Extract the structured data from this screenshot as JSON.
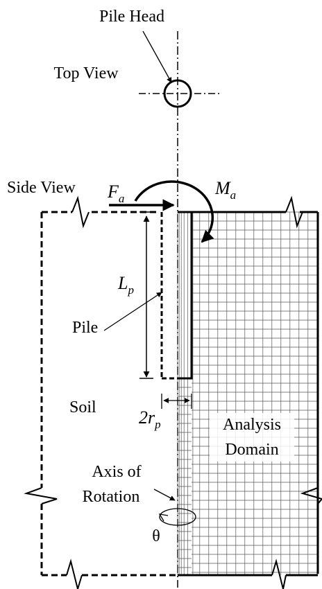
{
  "labels": {
    "pile_head": "Pile Head",
    "top_view": "Top View",
    "side_view": "Side View",
    "force_symbol": "F",
    "force_sub": "a",
    "moment_symbol": "M",
    "moment_sub": "a",
    "length_symbol": "L",
    "length_sub": "p",
    "pile": "Pile",
    "soil": "Soil",
    "radius_prefix": "2r",
    "radius_sub": "p",
    "analysis_line1": "Analysis",
    "analysis_line2": "Domain",
    "axis_line1": "Axis of",
    "axis_line2": "Rotation",
    "theta": "θ"
  }
}
